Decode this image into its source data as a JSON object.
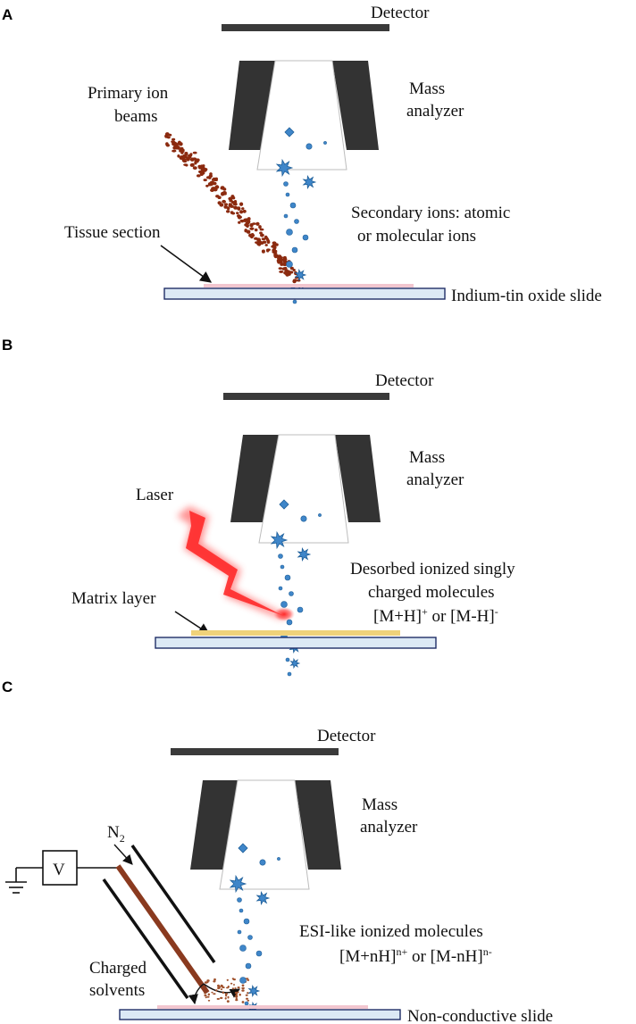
{
  "colors": {
    "detector": "#3a3a3a",
    "analyzer": "#333333",
    "ion_fill": "#3f86c9",
    "ion_stroke": "#1f5f99",
    "primary_beam": "#8b2a0f",
    "slide_fill": "#dce9f5",
    "slide_stroke": "#1f2d66",
    "tissue": "#f2c6cf",
    "matrix": "#f0d27a",
    "laser": "#ff3b3b",
    "capillary": "#8a3a1f",
    "droplets": "#a0522d"
  },
  "panels": [
    {
      "letter": "A",
      "detector_label": "Detector",
      "analyzer_label_line1": "Mass",
      "analyzer_label_line2": "analyzer",
      "source_label_line1": "Primary ion",
      "source_label_line2": "beams",
      "ions_label_line1": "Secondary ions: atomic",
      "ions_label_line2": "or molecular ions",
      "sample_label": "Tissue section",
      "slide_label": "Indium-tin oxide slide"
    },
    {
      "letter": "B",
      "detector_label": "Detector",
      "analyzer_label_line1": "Mass",
      "analyzer_label_line2": "analyzer",
      "source_label": "Laser",
      "ions_label_line1": "Desorbed ionized singly",
      "ions_label_line2": "charged molecules",
      "ions_formula_a": "[M+H]",
      "ions_formula_a_sup": "+",
      "ions_formula_join": " or ",
      "ions_formula_b": "[M-H]",
      "ions_formula_b_sup": "-",
      "sample_label": "Matrix layer"
    },
    {
      "letter": "C",
      "detector_label": "Detector",
      "analyzer_label_line1": "Mass",
      "analyzer_label_line2": "analyzer",
      "voltage_label": "V",
      "gas_label": "N",
      "gas_label_sub": "2",
      "ions_label": "ESI-like ionized molecules",
      "ions_formula_a": "[M+nH]",
      "ions_formula_a_sup": "n+",
      "ions_formula_join": " or ",
      "ions_formula_b": "[M-nH]",
      "ions_formula_b_sup": "n-",
      "solvent_label_line1": "Charged",
      "solvent_label_line2": "solvents",
      "slide_label": "Non-conductive slide"
    }
  ]
}
